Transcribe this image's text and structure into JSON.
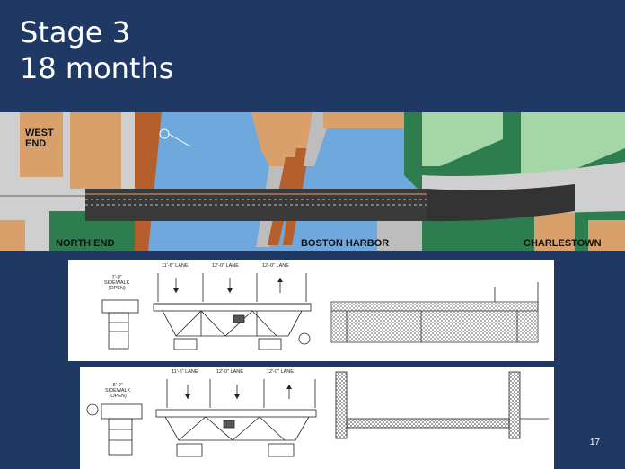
{
  "slide": {
    "title_line1": "Stage 3",
    "title_line2": "18 months",
    "page_number": "17"
  },
  "map": {
    "labels": {
      "west_end_line1": "WEST",
      "west_end_line2": "END",
      "north_end": "NORTH END",
      "boston_harbor": "BOSTON HARBOR",
      "charlestown": "CHARLESTOWN"
    },
    "colors": {
      "water": "#6fa8dc",
      "land": "#d9a06b",
      "park": "#2e7d4f",
      "road": "#bdbdbd",
      "bridge_deck": "#3a3a3a"
    }
  },
  "section_top": {
    "sidewalk_dim": "7'-0\"",
    "sidewalk_label_line1": "SIDEWALK",
    "sidewalk_label_line2": "(OPEN)",
    "lane1": "11'-6\"  LANE",
    "lane2": "12'-0\"  LANE",
    "lane3": "12'-0\"  LANE"
  },
  "section_bottom": {
    "sidewalk_dim": "8'-0\"",
    "sidewalk_label_line1": "SIDEWALK",
    "sidewalk_label_line2": "(OPEN)",
    "lane1": "11'-6\"  LANE",
    "lane2": "12'-0\"  LANE",
    "lane3": "12'-0\"  LANE"
  }
}
